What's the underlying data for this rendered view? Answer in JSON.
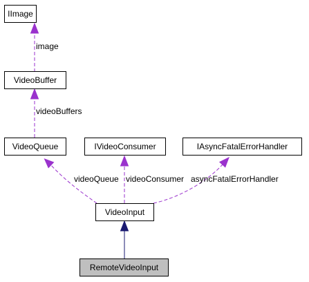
{
  "nodes": {
    "iimage": "IImage",
    "video_buffer": "VideoBuffer",
    "video_queue": "VideoQueue",
    "ivideo_consumer": "IVideoConsumer",
    "iasync_fatal_error_handler": "IAsyncFatalErrorHandler",
    "video_input": "VideoInput",
    "remote_video_input": "RemoteVideoInput"
  },
  "edge_labels": {
    "image": "image",
    "video_buffers": "videoBuffers",
    "video_queue": "videoQueue",
    "video_consumer": "videoConsumer",
    "async_fatal_error_handler": "asyncFatalErrorHandler"
  },
  "colors": {
    "usage_edge": "#9a32cd",
    "inheritance_edge": "#191970",
    "current_node_fill": "#bfbfbf"
  }
}
